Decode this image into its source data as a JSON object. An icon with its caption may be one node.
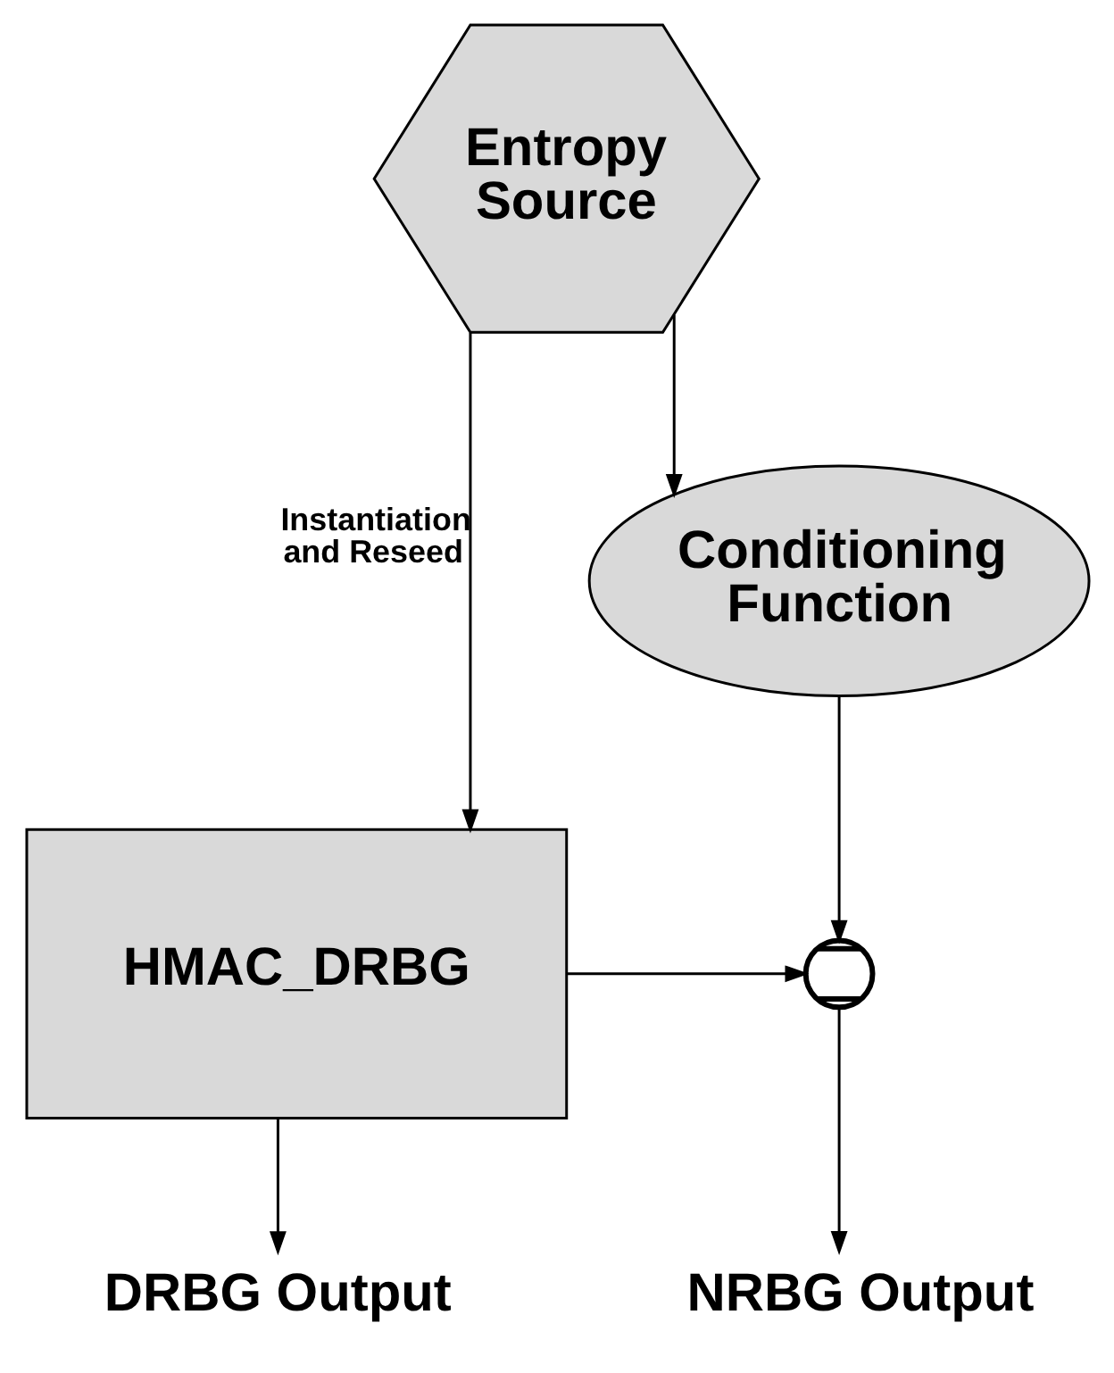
{
  "diagram": {
    "nodes": [
      {
        "text": [
          "Entropy Source"
        ]
      },
      {
        "text": [
          "Conditioning Function"
        ]
      },
      {
        "text": [
          "HMAC_DRBG"
        ]
      },
      {
        "text": [],
        "shape": "circle"
      },
      {
        "text": [
          "NRBG Output"
        ]
      },
      {
        "text": [
          "DRBG Output"
        ]
      }
    ],
    "edges": [
      {
        "from": 0,
        "to": 1,
        "arrow": "to"
      },
      {
        "from": 0,
        "to": 2,
        "label": "Instantiation and Reseed",
        "arrow": "to"
      },
      {
        "from": 1,
        "to": 3,
        "arrow": "to"
      },
      {
        "from": 2,
        "to": 3,
        "arrow": "to"
      },
      {
        "from": 3,
        "to": 4,
        "arrow": "to"
      },
      {
        "from": 2,
        "to": 5,
        "arrow": "to"
      }
    ]
  }
}
